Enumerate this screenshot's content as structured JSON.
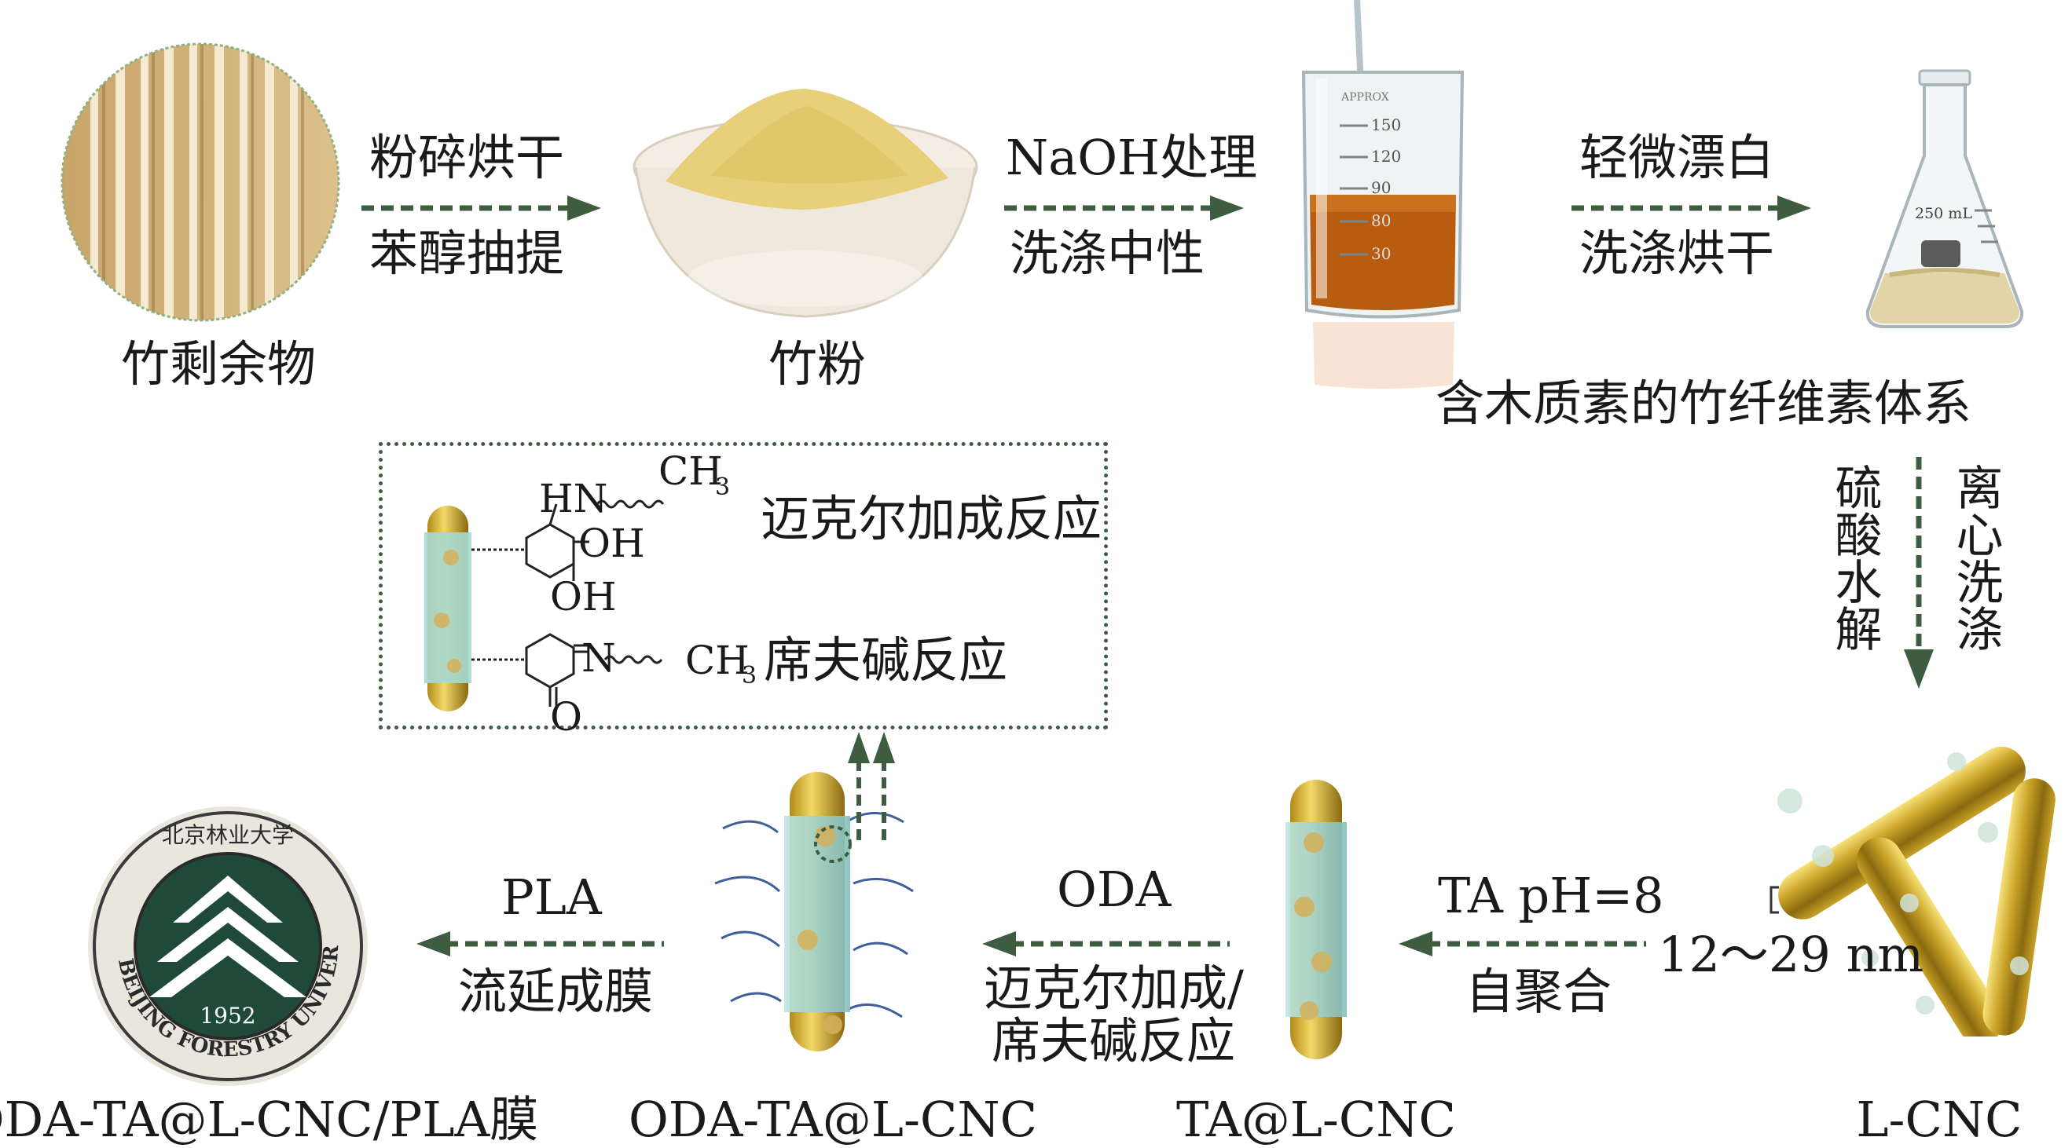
{
  "step1": {
    "top": "粉碎烘干",
    "bottom": "苯醇抽提"
  },
  "step2": {
    "top": "NaOH处理",
    "bottom": "洗涤中性"
  },
  "step3": {
    "top": "轻微漂白",
    "bottom": "洗涤烘干"
  },
  "step4": {
    "left": "硫酸水解",
    "right": "离心洗涤"
  },
  "step5": {
    "top": "TA  pH=8",
    "bottom": "自聚合"
  },
  "step6": {
    "top": "ODA",
    "bottom1": "迈克尔加成/",
    "bottom2": "席夫碱反应"
  },
  "step7": {
    "top": "PLA",
    "bottom": "流延成膜"
  },
  "labels": {
    "bamboo_residue": "竹剩余物",
    "bamboo_powder": "竹粉",
    "fiber_system": "含木质素的竹纤维素体系",
    "lcnc": "L-CNC",
    "ta_lcnc": "TA@L-CNC",
    "oda_ta_lcnc": "ODA-TA@L-CNC",
    "film": "ODA-TA@L-CNC/PLA膜"
  },
  "diameter": "12～29 nm",
  "reactions": {
    "michael": "迈克尔加成反应",
    "schiff": "席夫碱反应"
  },
  "chem": {
    "hn": "HN",
    "ch3": "CH",
    "sub3": "3",
    "oh": "OH",
    "n": "N",
    "o": "O"
  },
  "beaker": {
    "marks": [
      "150",
      "120",
      "90",
      "80",
      "30"
    ],
    "brand": "APPROX"
  },
  "flask": {
    "volume": "250 mL"
  },
  "logo": {
    "year": "1952",
    "ring_text": "BEIJING FORESTRY UNIVERSITY",
    "chinese": "北京林业大学"
  },
  "colors": {
    "arrow": "#3d5c40",
    "rod_gold": "#c9a227",
    "rod_shell": "#a8d8d0",
    "liquid": "#b85c10"
  }
}
